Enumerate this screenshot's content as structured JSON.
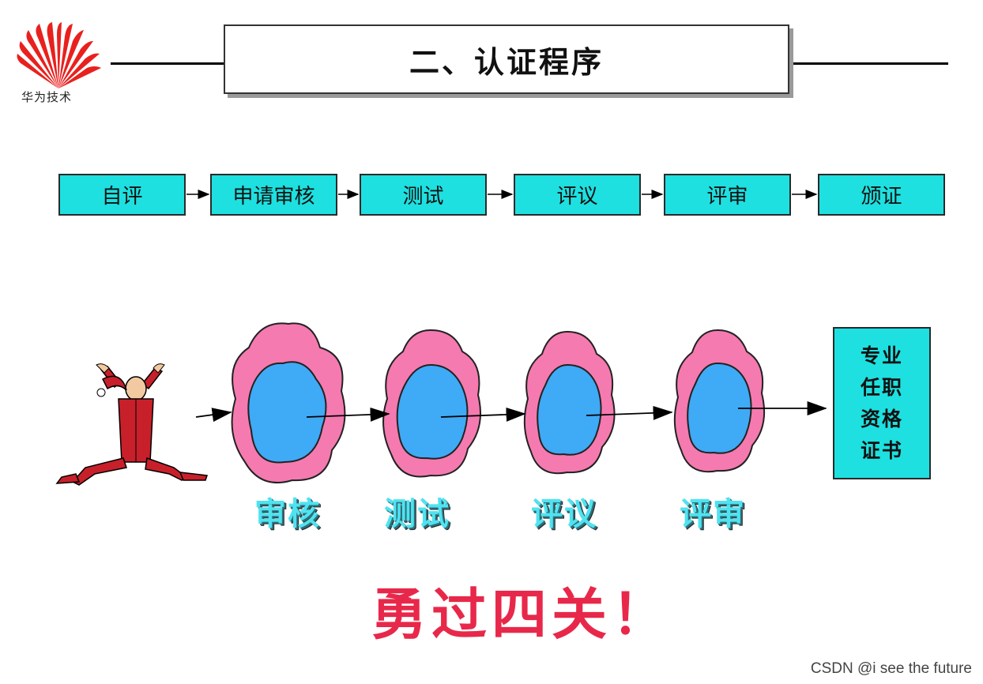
{
  "header": {
    "logo_text": "华为技术",
    "title": "二、认证程序"
  },
  "flow": {
    "steps": [
      "自评",
      "申请审核",
      "测试",
      "评议",
      "评审",
      "颁证"
    ]
  },
  "gates": {
    "labels": [
      "审核",
      "测试",
      "评议",
      "评审"
    ],
    "certificate_lines": [
      "专业",
      "任职",
      "资格",
      "证书"
    ]
  },
  "slogan": "勇过四关！",
  "watermark": "CSDN @i see the future",
  "colors": {
    "step_fill": "#1ee0e0",
    "cloud_outer": "#f57ab0",
    "cloud_inner": "#3faaf5",
    "gate_label": "#4fe3f0",
    "slogan": "#e8284a",
    "logo": "#e8211e"
  }
}
